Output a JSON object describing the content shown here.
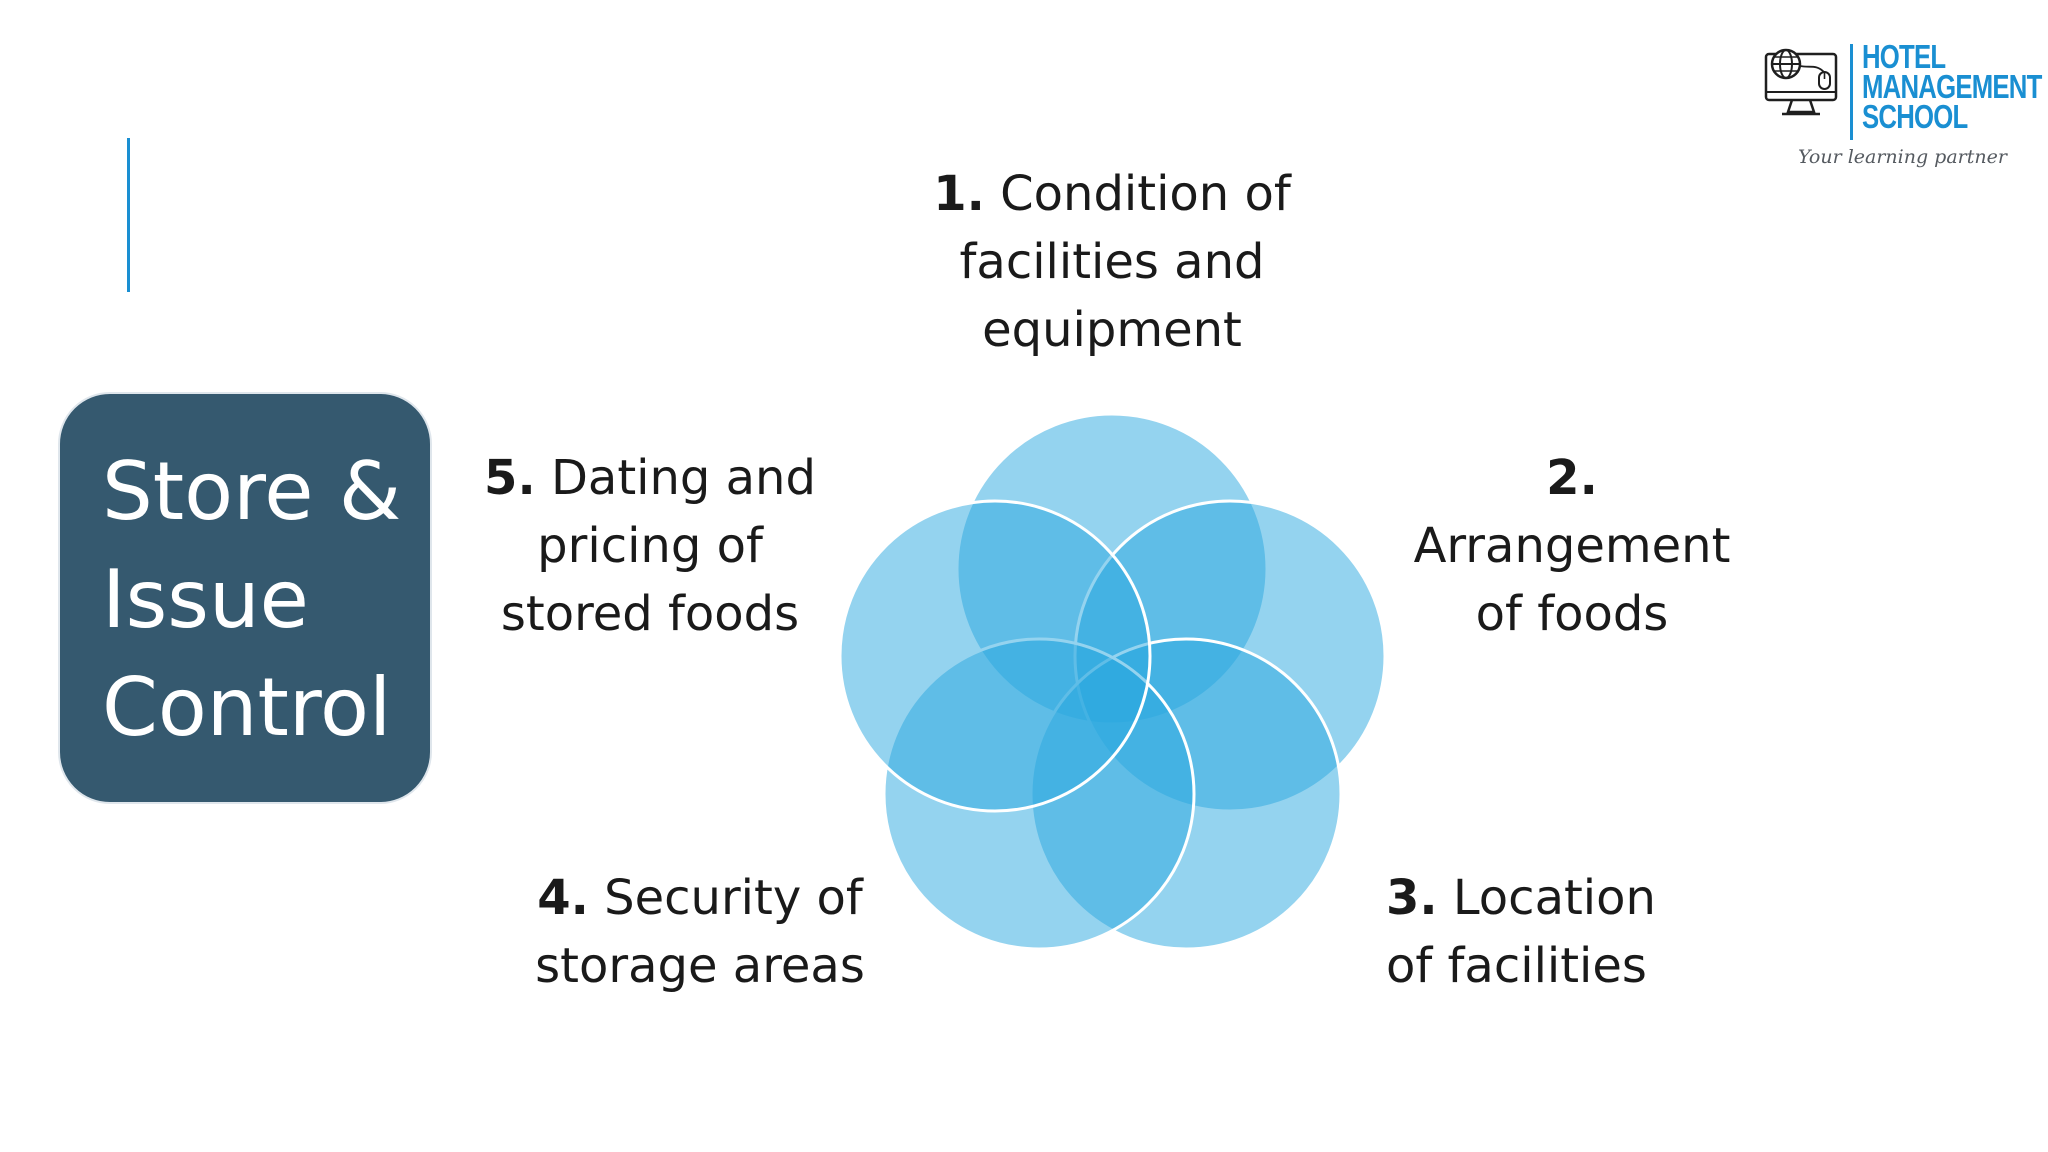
{
  "slide": {
    "title_lines": [
      "Store &",
      "Issue",
      "Control"
    ]
  },
  "logo": {
    "name_lines": [
      "HOTEL",
      "MANAGEMENT",
      "SCHOOL"
    ],
    "tagline": "Your learning partner",
    "icon": "computer-globe-icon",
    "color": "#1a8fd2"
  },
  "colors": {
    "title_box": "#35596f",
    "accent": "#1a8fd2",
    "circle_fill": "#29a8e0",
    "circle_stroke": "#ffffff"
  },
  "diagram": {
    "type": "venn-5",
    "items": [
      {
        "num": "1.",
        "lines": [
          "Condition of",
          "facilities and",
          "equipment"
        ]
      },
      {
        "num": "2.",
        "lines": [
          "Arrangement",
          "of foods"
        ]
      },
      {
        "num": "3.",
        "lines": [
          "Location",
          "of facilities"
        ]
      },
      {
        "num": "4.",
        "lines": [
          "Security of",
          "storage areas"
        ]
      },
      {
        "num": "5.",
        "lines": [
          "Dating and",
          "pricing of",
          "stored foods"
        ]
      }
    ]
  }
}
